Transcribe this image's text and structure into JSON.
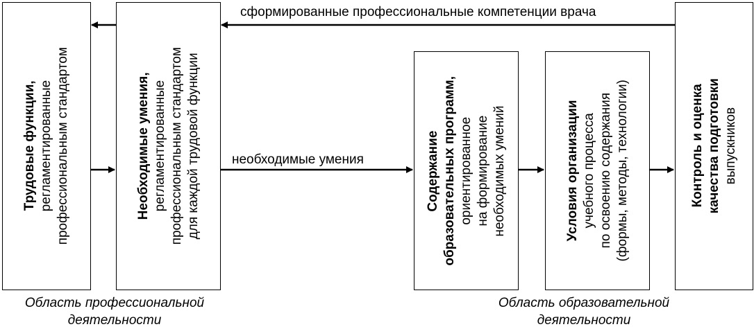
{
  "boxes": [
    {
      "title": "Трудовые функции,",
      "lines": [
        "регламентированные",
        "профессиональным стандартом"
      ]
    },
    {
      "title": "Необходимые умения,",
      "lines": [
        "регламентированные",
        "профессиональным стандартом",
        "для каждой трудовой функции"
      ]
    },
    {
      "title_lines": [
        "Содержание",
        "образовательных программ,"
      ],
      "lines": [
        "ориентированное",
        "на формирование",
        "необходимых умений"
      ]
    },
    {
      "title": "Условия организации",
      "lines": [
        "учебного процесса",
        "по освоению содержания",
        "(формы, методы, технологии)"
      ]
    },
    {
      "title_lines": [
        "Контроль и оценка",
        "качества подготовки"
      ],
      "lines": [
        "выпускников"
      ]
    }
  ],
  "arrows": {
    "feedback_label": "сформированные профессиональные компетенции врача",
    "skills_label": "необходимые умения"
  },
  "captions": {
    "professional": [
      "Область профессиональной",
      "деятельности"
    ],
    "educational": [
      "Область образовательной",
      "деятельности"
    ]
  }
}
